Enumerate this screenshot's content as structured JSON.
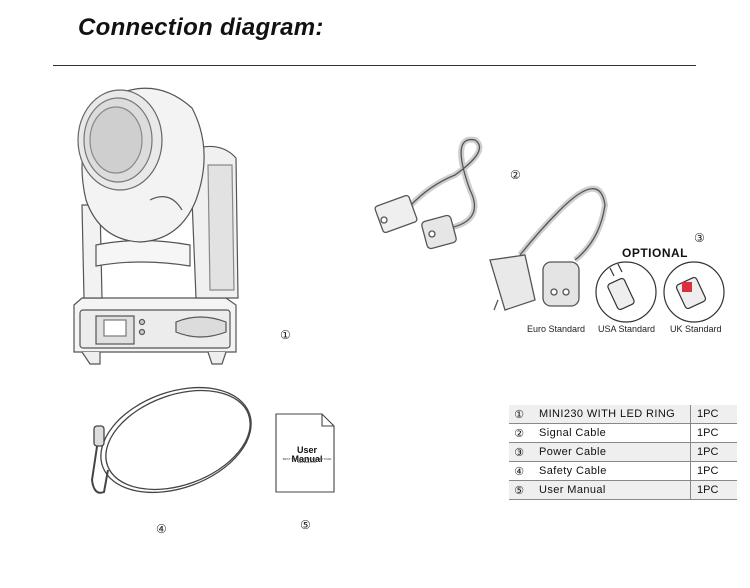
{
  "title": "Connection diagram:",
  "markers": {
    "fixture": "①",
    "signal": "②",
    "power_optional": "③",
    "safety": "④",
    "manual": "⑤"
  },
  "power": {
    "optional_label": "OPTIONAL",
    "euro": "Euro Standard",
    "usa": "USA Standard",
    "uk": "UK Standard"
  },
  "manual": {
    "cover_title": "User Manual",
    "cover_subtitle": "BEST THIS MANUAL FOR FUTURE REFERENCE"
  },
  "parts": [
    {
      "num": "①",
      "name": "MINI230 WITH LED RING",
      "qty": "1PC"
    },
    {
      "num": "②",
      "name": "Signal Cable",
      "qty": "1PC"
    },
    {
      "num": "③",
      "name": "Power Cable",
      "qty": "1PC"
    },
    {
      "num": "④",
      "name": "Safety Cable",
      "qty": "1PC"
    },
    {
      "num": "⑤",
      "name": "User Manual",
      "qty": "1PC"
    }
  ],
  "colors": {
    "uk_pin_accent": "#d9313f",
    "line": "#333333"
  }
}
